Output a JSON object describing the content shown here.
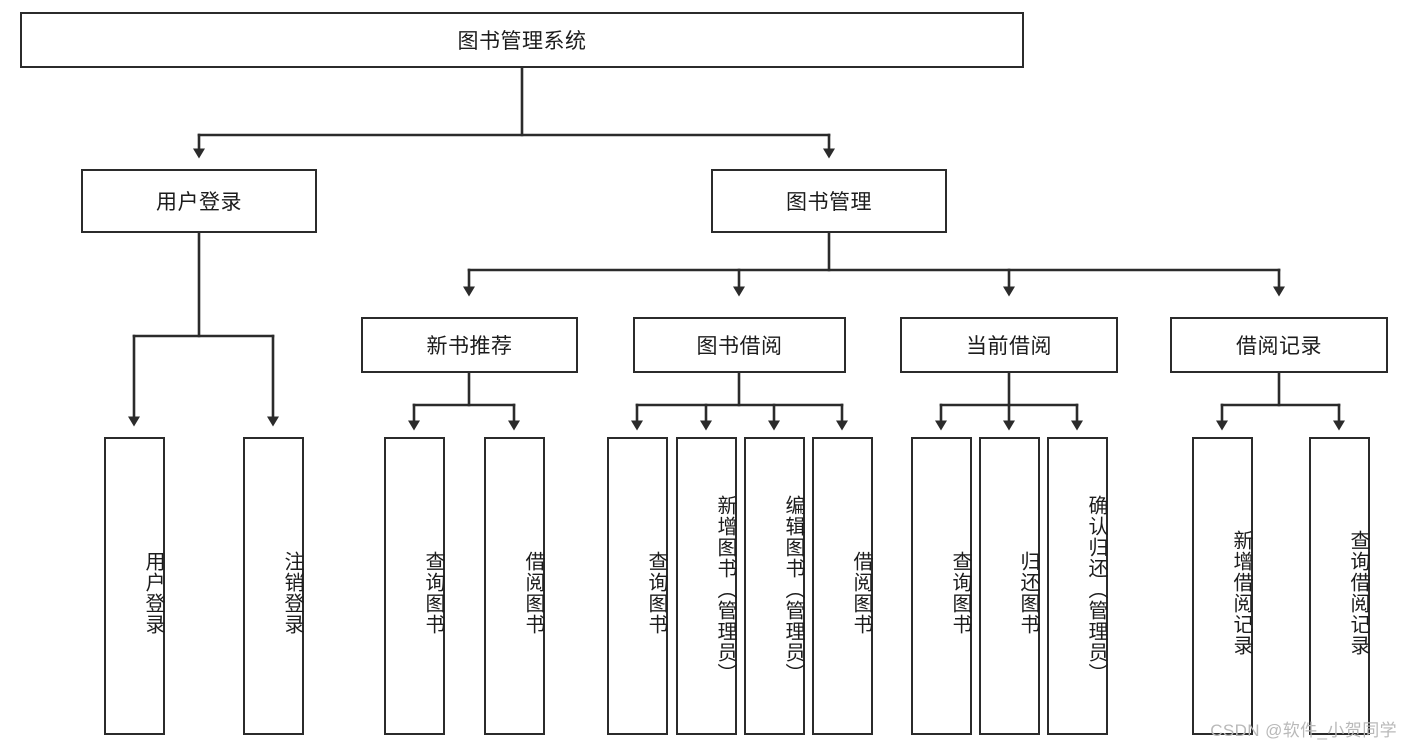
{
  "diagram": {
    "title": "图书管理系统",
    "root": {
      "label": "图书管理系统"
    },
    "level2": [
      {
        "label": "用户登录"
      },
      {
        "label": "图书管理"
      }
    ],
    "level3": [
      {
        "label": "新书推荐"
      },
      {
        "label": "图书借阅"
      },
      {
        "label": "当前借阅"
      },
      {
        "label": "借阅记录"
      }
    ],
    "leaves": {
      "user_login": [
        {
          "label": "用户登录"
        },
        {
          "label": "注销登录"
        }
      ],
      "new_book": [
        {
          "label": "查询图书"
        },
        {
          "label": "借阅图书"
        }
      ],
      "book_borrow": [
        {
          "label": "查询图书"
        },
        {
          "label": "新增图书（管理员）"
        },
        {
          "label": "编辑图书（管理员）"
        },
        {
          "label": "借阅图书"
        }
      ],
      "current_borrow": [
        {
          "label": "查询图书"
        },
        {
          "label": "归还图书"
        },
        {
          "label": "确认归还（管理员）"
        }
      ],
      "borrow_record": [
        {
          "label": "新增借阅记录"
        },
        {
          "label": "查询借阅记录"
        }
      ]
    },
    "watermark": "CSDN @软件_小贺同学",
    "colors": {
      "stroke": "#2b2b2b",
      "fill": "#ffffff",
      "text": "#1c1c1c",
      "watermark": "#b9b9b9"
    }
  }
}
